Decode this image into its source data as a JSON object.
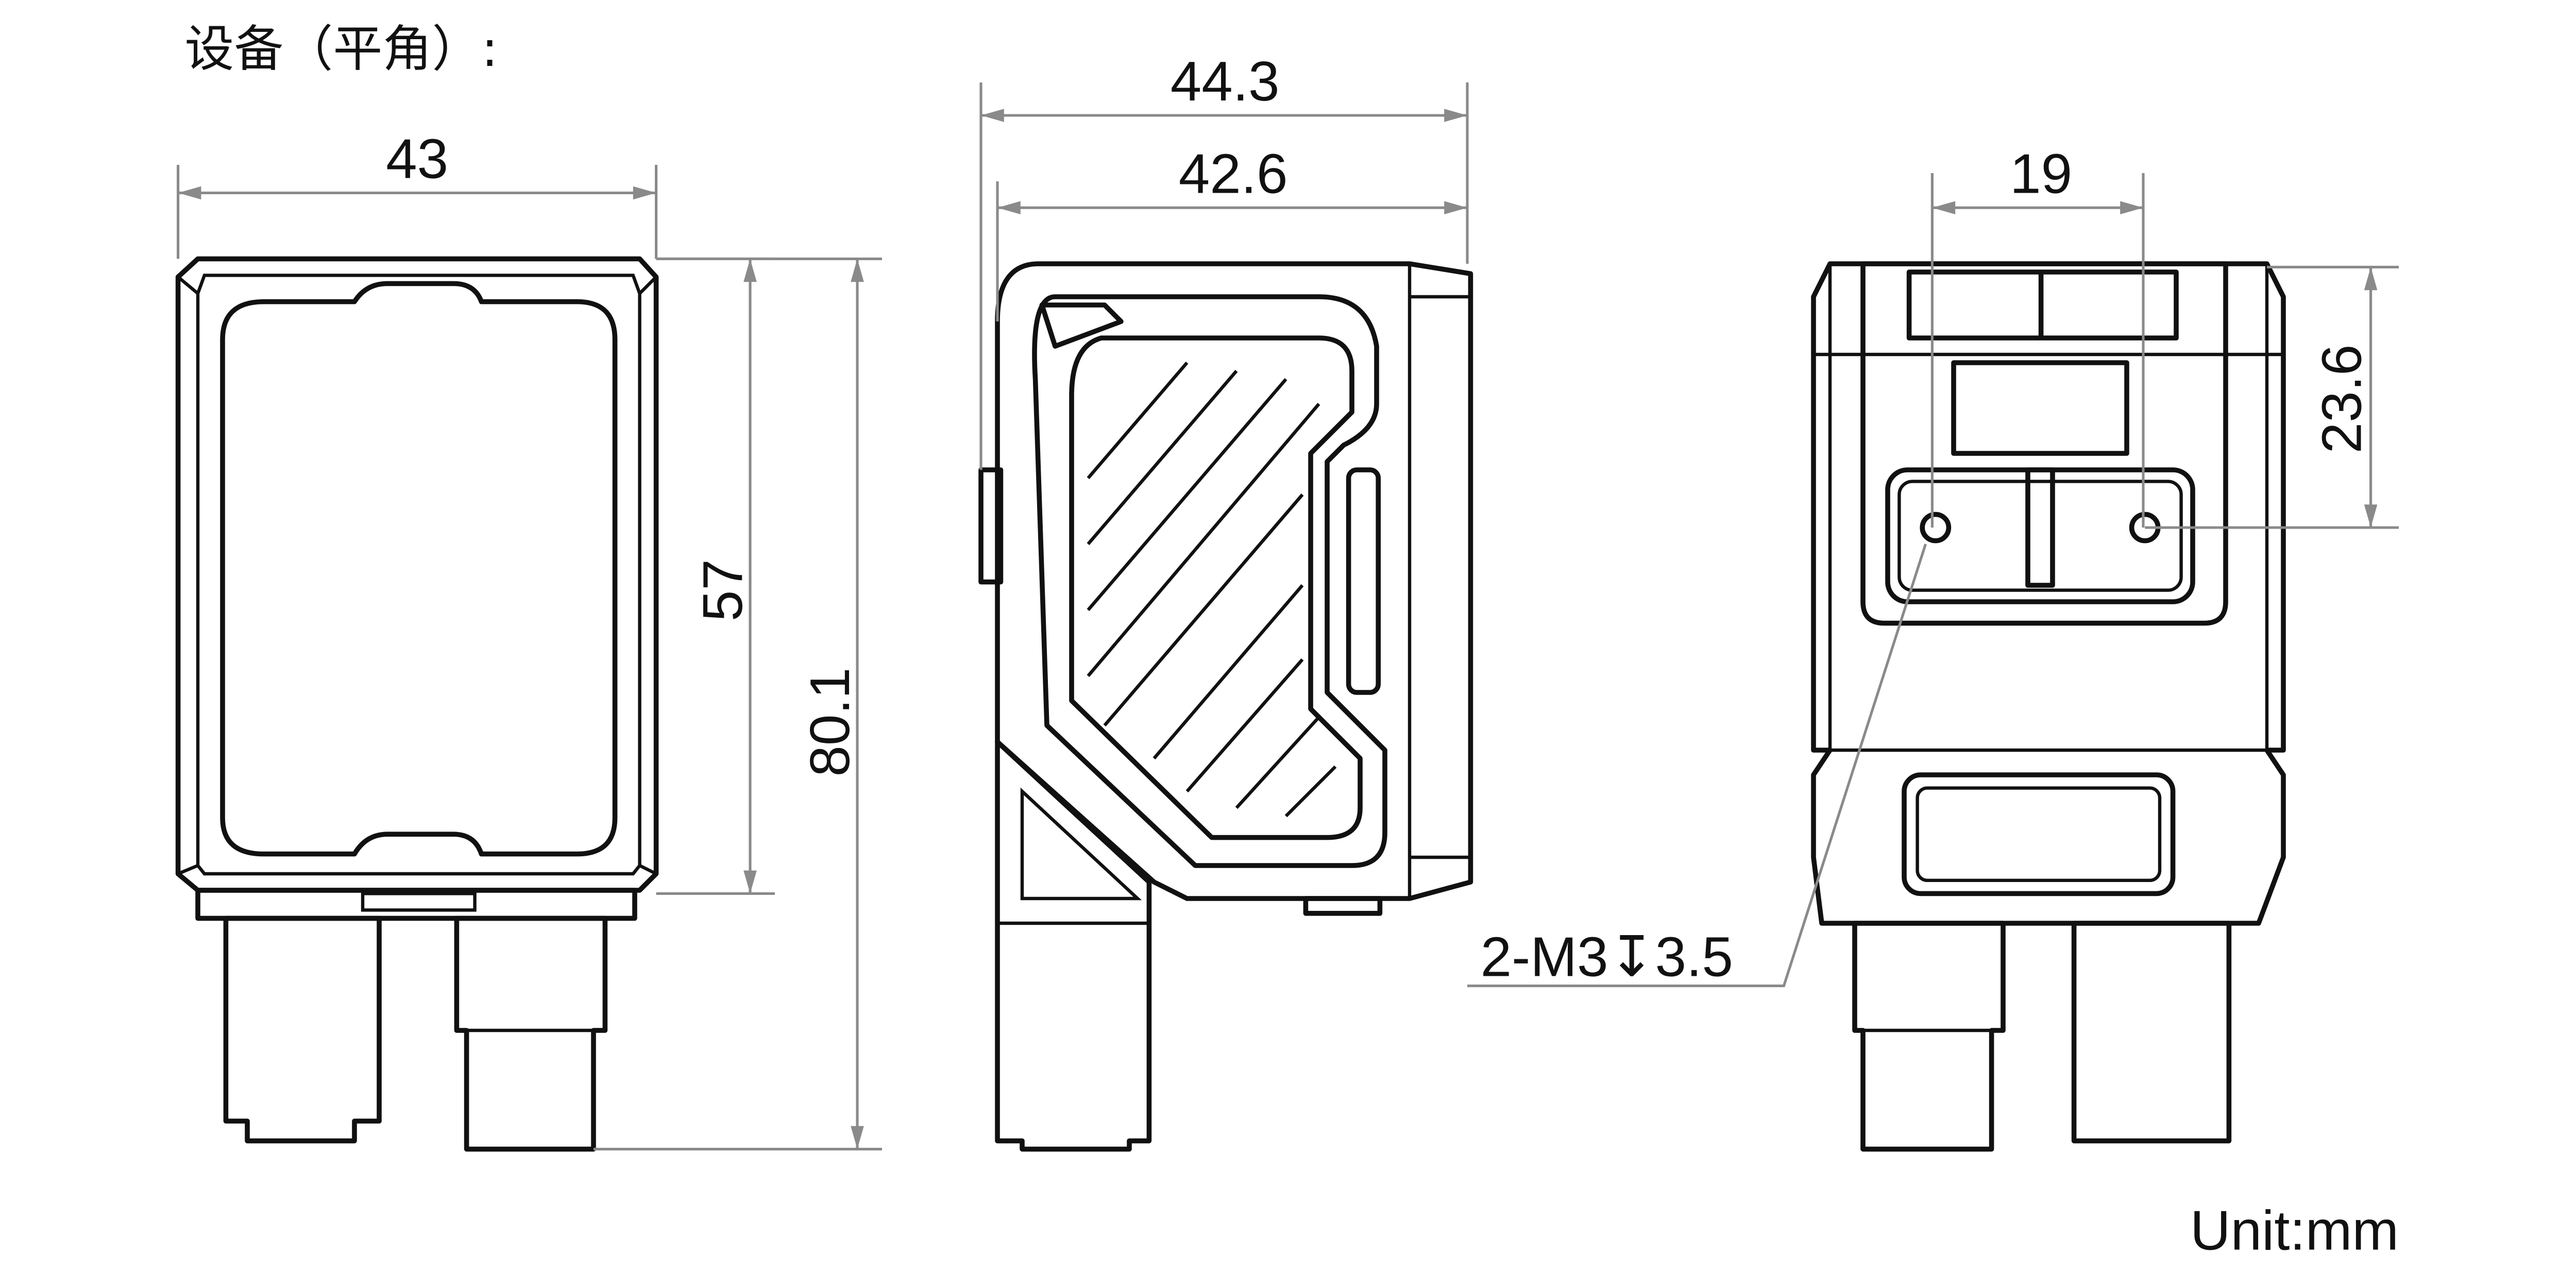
{
  "title": "设备（平角）:",
  "front_view": {
    "width_label": "43",
    "height_label": "57",
    "total_height_label": "80.1"
  },
  "side_view": {
    "depth_label": "44.3",
    "body_depth_label": "42.6"
  },
  "back_view": {
    "hole_spacing_label": "19",
    "hole_height_label": "23.6",
    "thread_callout": "2-M3↧3.5"
  },
  "unit": "Unit:mm"
}
